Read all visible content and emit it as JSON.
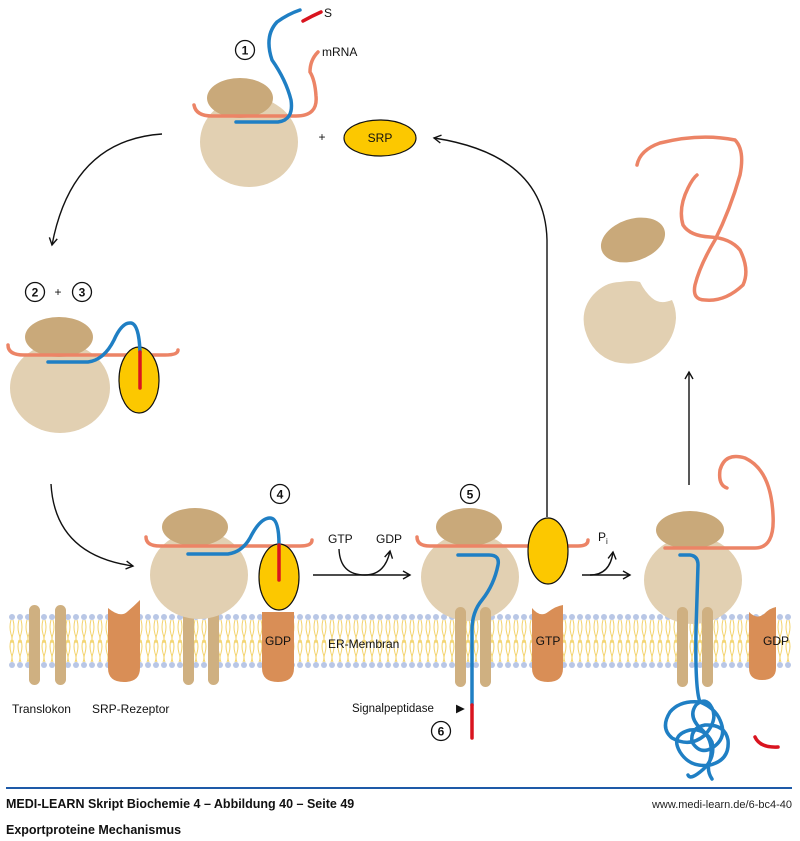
{
  "labels": {
    "signal": "S",
    "mrna": "mRNA",
    "plus": "+",
    "srp": "SRP",
    "gtp_1": "GTP",
    "gdp_1": "GDP",
    "pi_main": "P",
    "pi_sub": "i",
    "er_membrane": "ER-Membran",
    "receptor_gdp_left": "GDP",
    "receptor_gtp": "GTP",
    "receptor_gdp_right": "GDP",
    "translocon": "Translokon",
    "srp_receptor": "SRP-Rezeptor",
    "signalpeptidase": "Signalpeptidase",
    "signalpeptidase_marker": "▶"
  },
  "steps": {
    "s1": "1",
    "s2": "2",
    "s3": "3",
    "s4": "4",
    "s5": "5",
    "s6": "6"
  },
  "colors": {
    "ribosome_small": "#c9a97a",
    "ribosome_large": "#e2d0b2",
    "mrna": "#ec8466",
    "peptide": "#1f7fc4",
    "signal": "#d9141f",
    "srp": "#fcc800",
    "receptor": "#d98e56",
    "translocon": "#cfb081",
    "lipid_head": "#b9c7e6",
    "lipid_tail": "#f3d36b",
    "footer_rule": "#1e5aa8"
  },
  "footer": {
    "title": "MEDI-LEARN Skript Biochemie 4 – Abbildung 40 – Seite 49",
    "subtitle": "Exportproteine Mechanismus",
    "url": "www.medi-learn.de/6-bc4-40"
  }
}
